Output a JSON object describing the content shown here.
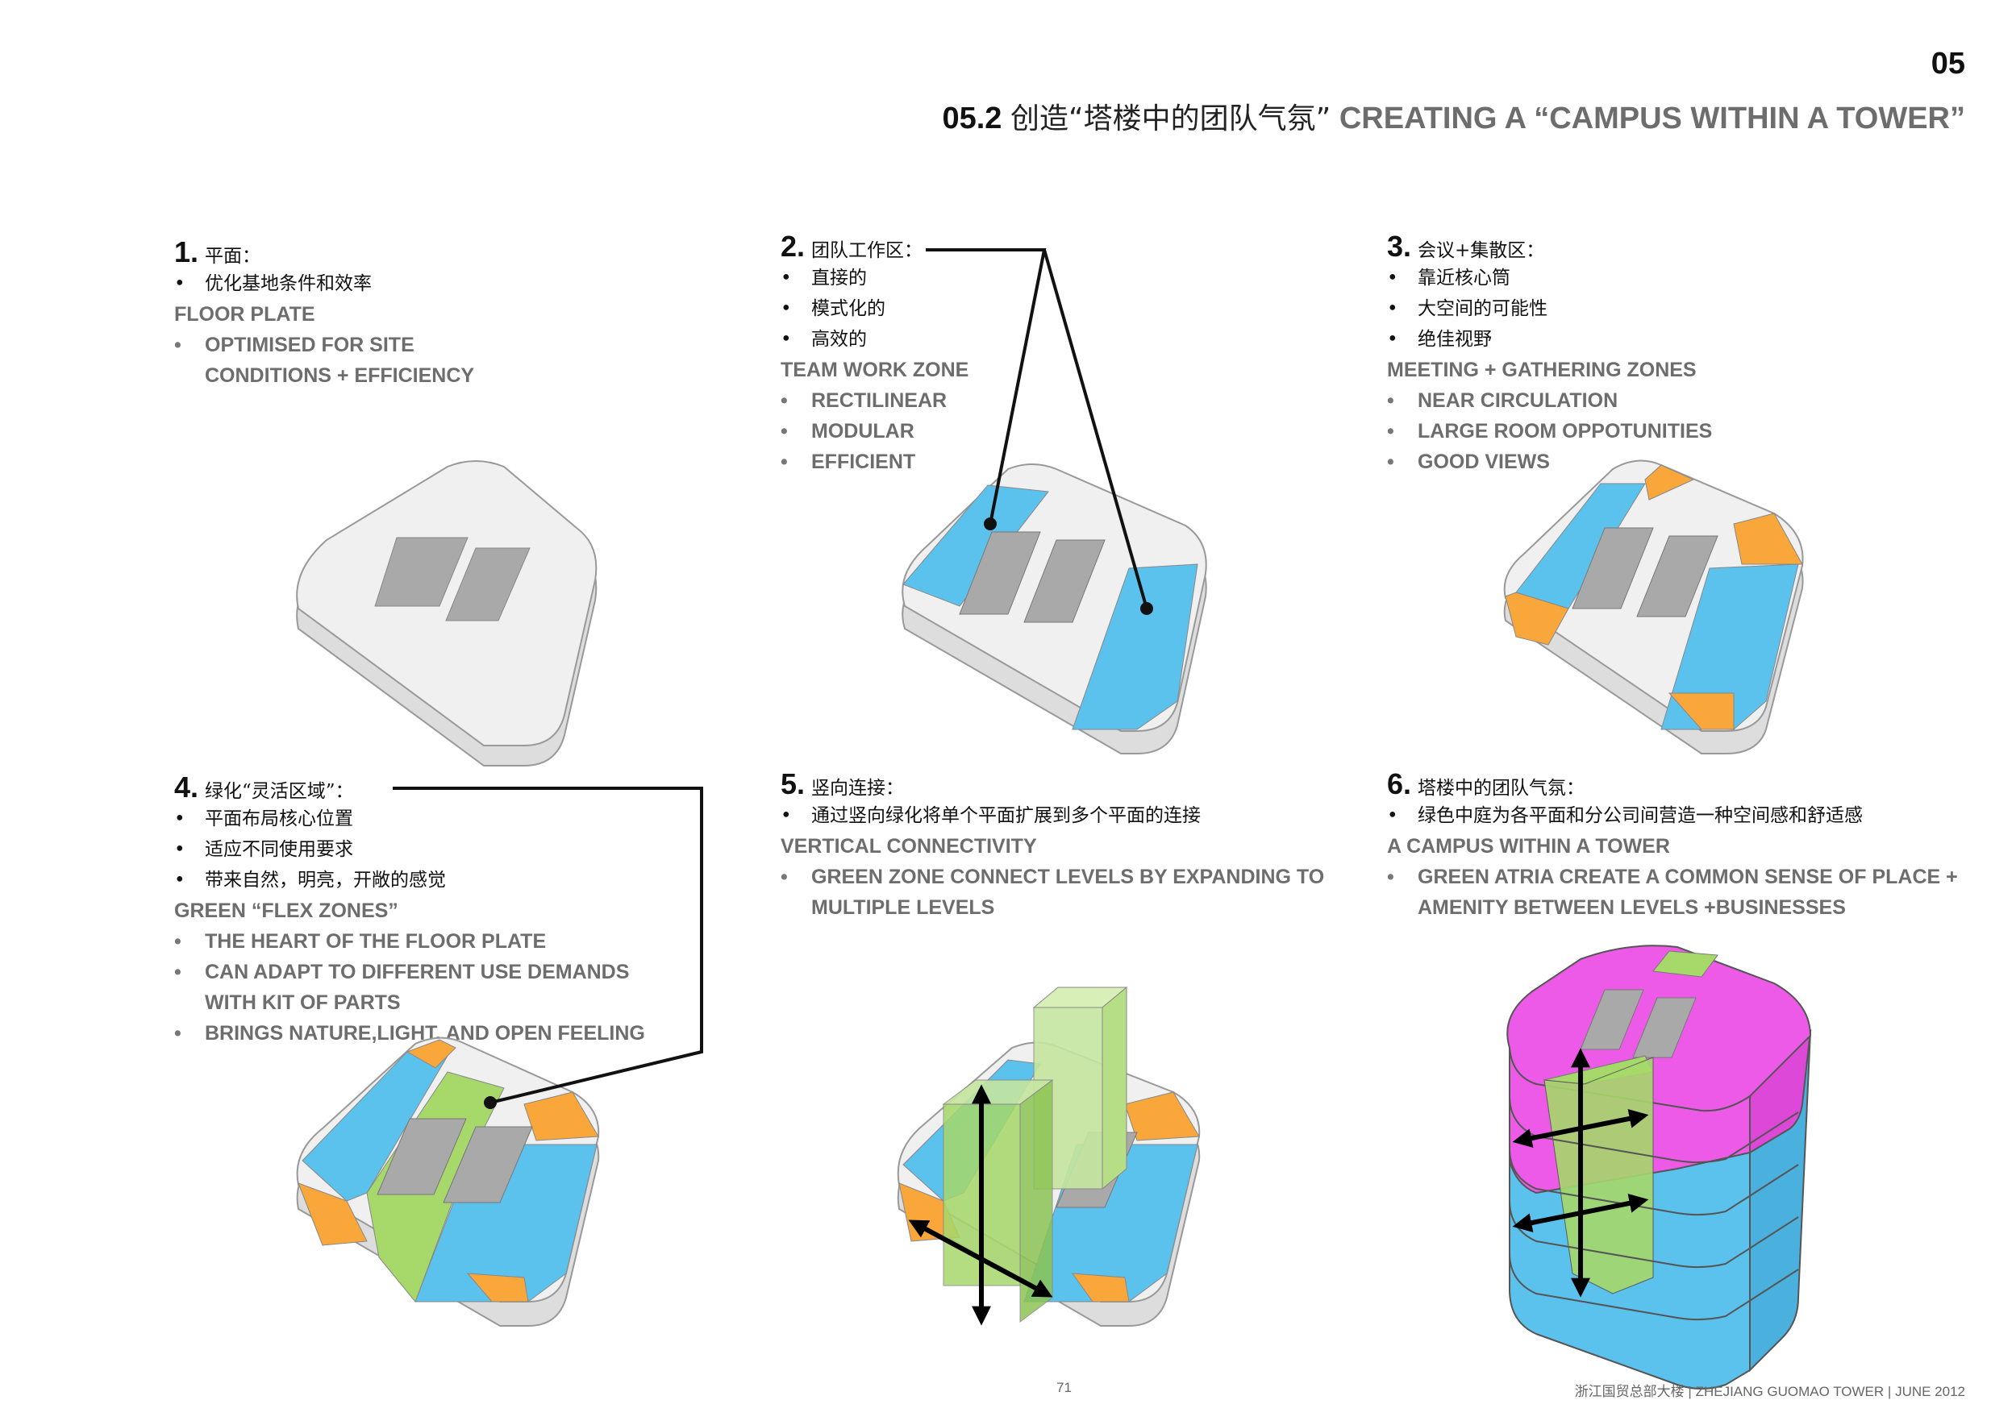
{
  "header": {
    "section_number": "05",
    "title_number": "05.2",
    "title_cn": "创造“塔楼中的团队气氛”",
    "title_en": "CREATING A “CAMPUS WITHIN A TOWER”"
  },
  "blocks": [
    {
      "number": "1.",
      "title_cn": "平面：",
      "items_cn": [
        "优化基地条件和效率"
      ],
      "heading_en": "FLOOR PLATE",
      "items_en": [
        "OPTIMISED FOR SITE CONDITIONS + EFFICIENCY"
      ]
    },
    {
      "number": "2.",
      "title_cn": "团队工作区：",
      "items_cn": [
        "直接的",
        "模式化的",
        "高效的"
      ],
      "heading_en": "TEAM WORK ZONE",
      "items_en": [
        "RECTILINEAR",
        "MODULAR",
        "EFFICIENT"
      ]
    },
    {
      "number": "3.",
      "title_cn": "会议+集散区：",
      "items_cn": [
        "靠近核心筒",
        "大空间的可能性",
        "绝佳视野"
      ],
      "heading_en": "MEETING + GATHERING ZONES",
      "items_en": [
        "NEAR CIRCULATION",
        "LARGE ROOM OPPOTUNITIES",
        "GOOD VIEWS"
      ]
    },
    {
      "number": "4.",
      "title_cn": "绿化“灵活区域”：",
      "items_cn": [
        "平面布局核心位置",
        "适应不同使用要求",
        "带来自然，明亮，开敞的感觉"
      ],
      "heading_en": "GREEN “FLEX ZONES”",
      "items_en": [
        "THE HEART OF THE FLOOR PLATE",
        "CAN ADAPT TO DIFFERENT USE DEMANDS WITH KIT OF PARTS",
        "BRINGS NATURE,LIGHT, AND OPEN FEELING"
      ]
    },
    {
      "number": "5.",
      "title_cn": "竖向连接：",
      "items_cn": [
        "通过竖向绿化将单个平面扩展到多个平面的连接"
      ],
      "heading_en": "VERTICAL CONNECTIVITY",
      "items_en": [
        "GREEN ZONE CONNECT LEVELS BY EXPANDING TO MULTIPLE LEVELS"
      ]
    },
    {
      "number": "6.",
      "title_cn": "塔楼中的团队气氛：",
      "items_cn": [
        "绿色中庭为各平面和分公司间营造一种空间感和舒适感"
      ],
      "heading_en": "A CAMPUS WITHIN A TOWER",
      "items_en": [
        "GREEN ATRIA CREATE A COMMON SENSE OF PLACE + AMENITY BETWEEN LEVELS +BUSINESSES"
      ]
    }
  ],
  "footer": {
    "page_number": "71",
    "project_cn": "浙江国贸总部大楼",
    "project_en": "ZHEJIANG GUOMAO TOWER",
    "date": "JUNE 2012",
    "separator": "|"
  },
  "colors": {
    "blue_zone": "#5bc2ee",
    "orange_zone": "#f9a63b",
    "green_zone": "#a6d86a",
    "magenta_zone": "#ee5ae8",
    "grey_plate": "#f0f0f0",
    "core": "#a9a9a9",
    "text_grey": "#6d6d6d"
  }
}
